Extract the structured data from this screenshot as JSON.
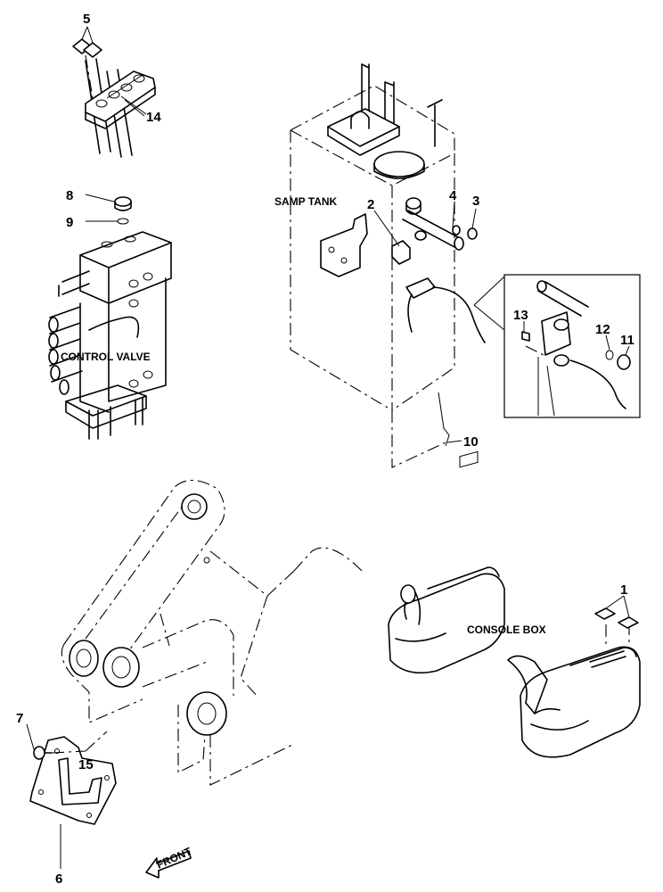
{
  "labels": {
    "samp_tank": "SAMP TANK",
    "control_valve": "CONTROL VALVE",
    "console_box": "CONSOLE BOX",
    "front": "FRONT"
  },
  "callouts": {
    "c1": "1",
    "c2": "2",
    "c3": "3",
    "c4": "4",
    "c5": "5",
    "c6": "6",
    "c7": "7",
    "c8": "8",
    "c9": "9",
    "c10": "10",
    "c11": "11",
    "c12": "12",
    "c13": "13",
    "c14": "14",
    "c15": "15"
  }
}
